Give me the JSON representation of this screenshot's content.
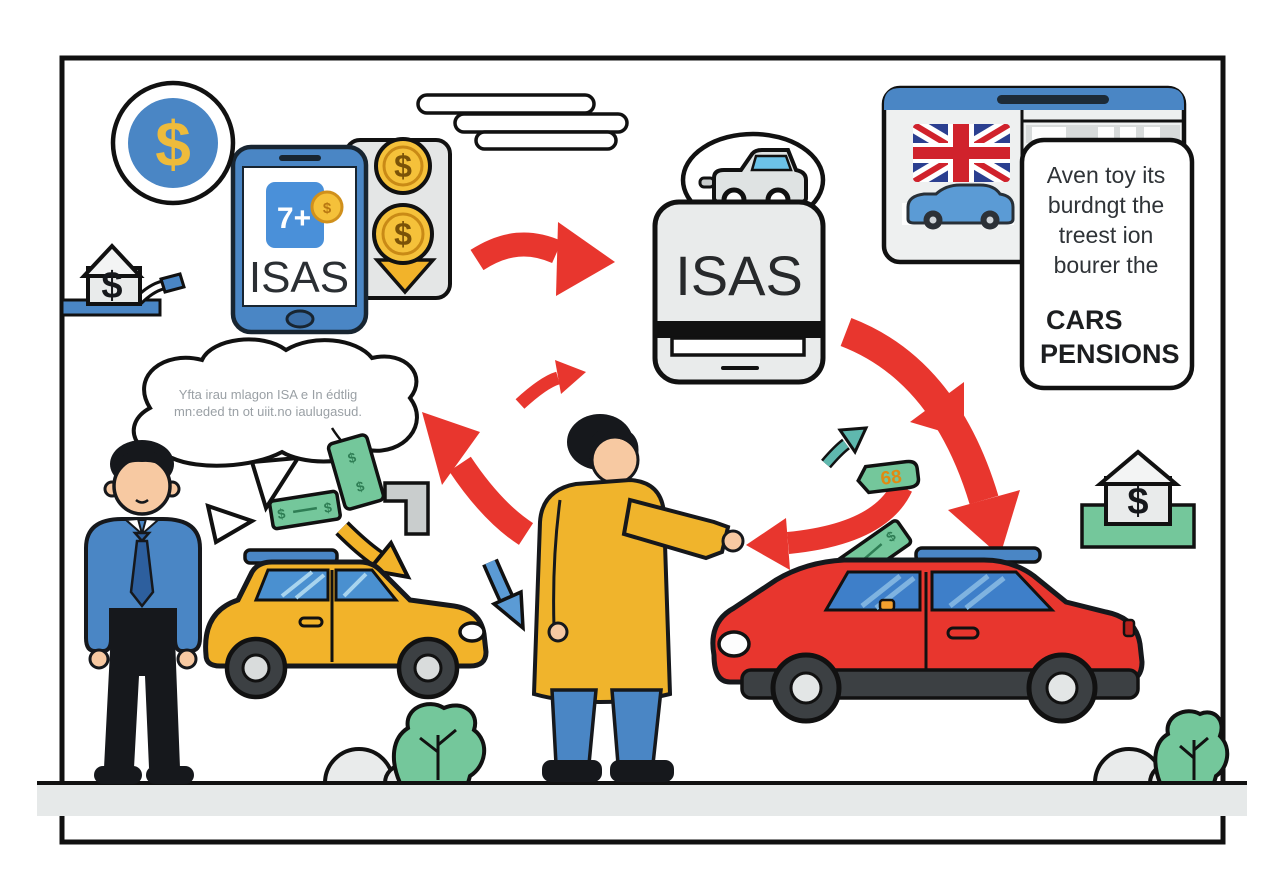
{
  "symbols": {
    "dollar": "$"
  },
  "phone": {
    "app_badge": "7+",
    "label": "ISAS"
  },
  "isas_card": {
    "label": "ISAS"
  },
  "info_panel": {
    "line1": "Aven toy its",
    "line2": "burdngt the",
    "line3": "treest ion",
    "line4": "bourer the",
    "bold1": "CARS",
    "bold2": "PENSIONS"
  },
  "speech_bubble": {
    "line1": "Yfta irau mlagon ISA e In édtlig",
    "line2": "mn:eded tn ot uiit.no iaulugasud."
  },
  "price_tag": {
    "label": "68"
  },
  "colors": {
    "accent_red": "#e8362e",
    "primary_blue": "#4a86c5",
    "taxi_yellow": "#f2b32a",
    "money_green": "#74c79b",
    "coin_gold": "#f5c13a",
    "teal": "#5fb8ae",
    "skin": "#f7c9a2",
    "outline": "#16181c"
  }
}
